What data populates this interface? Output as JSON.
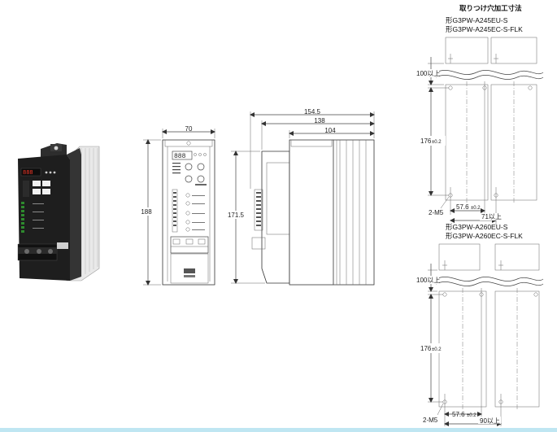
{
  "header": {
    "title": "取りつけ穴加工寸法",
    "model_a_line1": "形G3PW-A245EU-S",
    "model_a_line2": "形G3PW-A245EC-S-FLK",
    "model_b_line1": "形G3PW-A260EU-S",
    "model_b_line2": "形G3PW-A260EC-S-FLK"
  },
  "front_view": {
    "width": "70",
    "height": "188"
  },
  "side_view": {
    "depth_total": "154.5",
    "depth_mid": "138",
    "depth_fin": "104",
    "height": "171.5"
  },
  "mount_a": {
    "clearance": "100以上",
    "hole_pitch": "176",
    "hole_pitch_tol": "±0.2",
    "screw": "2-M5",
    "spacing": "57.6",
    "spacing_tol": "±0.2",
    "min_pitch": "71以上"
  },
  "mount_b": {
    "clearance": "100以上",
    "hole_pitch": "176",
    "hole_pitch_tol": "±0.2",
    "screw": "2-M5",
    "spacing": "57.6",
    "spacing_tol": "±0.2",
    "min_pitch": "90以上"
  },
  "colors": {
    "line": "#444444",
    "unit_body": "#1f1f1f",
    "footer_bar": "#bfe6f2"
  }
}
